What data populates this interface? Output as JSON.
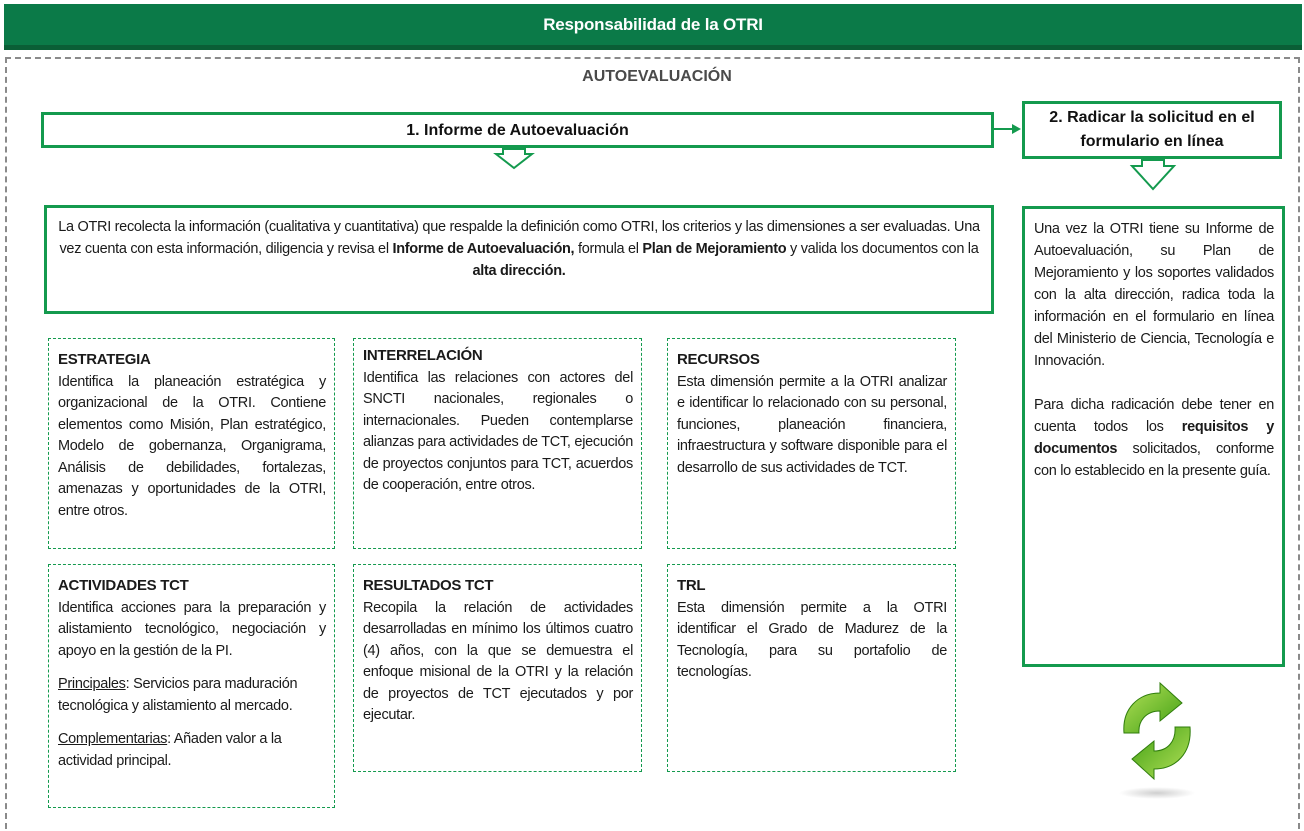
{
  "header": {
    "title": "Responsabilidad de la OTRI"
  },
  "section": {
    "title": "AUTOEVALUACIÓN"
  },
  "steps": {
    "step1": "1. Informe de Autoevaluación",
    "step2_line1": "2. Radicar la solicitud en el",
    "step2_line2": "formulario en línea"
  },
  "description": {
    "t1": "La OTRI recolecta la información (cualitativa y cuantitativa) que respalde la definición como OTRI, los criterios y las dimensiones a ser evaluadas. Una vez cuenta con esta información, diligencia y revisa el ",
    "b1": "Informe de Autoevaluación,",
    "t2": " formula el ",
    "b2": "Plan de Mejoramiento",
    "t3": " y valida los documentos con la ",
    "b3": "alta dirección."
  },
  "side_panel": {
    "p1": "Una vez la OTRI tiene su Informe de Autoevaluación, su Plan de Mejoramiento y los soportes validados con la alta dirección, radica toda la información en el formulario en línea del Ministerio de Ciencia, Tecnología e Innovación.",
    "p2_a": "Para dicha radicación debe tener en cuenta todos los ",
    "p2_b": "requisitos y documentos",
    "p2_c": " solicitados, conforme con lo establecido en la presente guía."
  },
  "dimensions": {
    "estrategia": {
      "title": "ESTRATEGIA",
      "text": "Identifica la planeación estratégica y organizacional de la OTRI. Contiene elementos como Misión, Plan estratégico, Modelo de gobernanza, Organigrama, Análisis de debilidades, fortalezas, amenazas y oportunidades de la OTRI, entre otros."
    },
    "interrelacion": {
      "title": "INTERRELACIÓN",
      "text": "Identifica las relaciones con actores del SNCTI nacionales, regionales o internacionales. Pueden contemplarse alianzas para actividades de TCT, ejecución de proyectos conjuntos para TCT, acuerdos de cooperación, entre otros."
    },
    "recursos": {
      "title": "RECURSOS",
      "text": "Esta dimensión permite a la OTRI analizar e identificar lo relacionado con su personal, funciones, planeación financiera, infraestructura y software disponible para el desarrollo de sus actividades de TCT."
    },
    "actividades": {
      "title": "ACTIVIDADES TCT",
      "text": "Identifica acciones para la preparación y alistamiento tecnológico, negociación y apoyo en la gestión de la PI.",
      "principales_label": "Principales",
      "principales_text": ": Servicios para maduración tecnológica y alistamiento al mercado.",
      "complementarias_label": "Complementarias",
      "complementarias_text": ": Añaden valor a la actividad principal."
    },
    "resultados": {
      "title": "RESULTADOS TCT",
      "text": "Recopila la relación de actividades desarrolladas en mínimo los últimos cuatro (4) años, con la que se demuestra el enfoque misional de la OTRI y la relación de proyectos de TCT ejecutados y por ejecutar."
    },
    "trl": {
      "title": "TRL",
      "text": "Esta dimensión permite a la OTRI identificar el Grado de Madurez de la Tecnología, para su portafolio de tecnologías."
    }
  },
  "icons": {
    "recycle": "recycle-arrows-icon",
    "arrow_down": "down-arrow-icon",
    "arrow_right": "right-arrow-icon"
  },
  "colors": {
    "header": "#0b7a48",
    "border": "#149a4e",
    "icon_green": "#5fbf1f"
  }
}
